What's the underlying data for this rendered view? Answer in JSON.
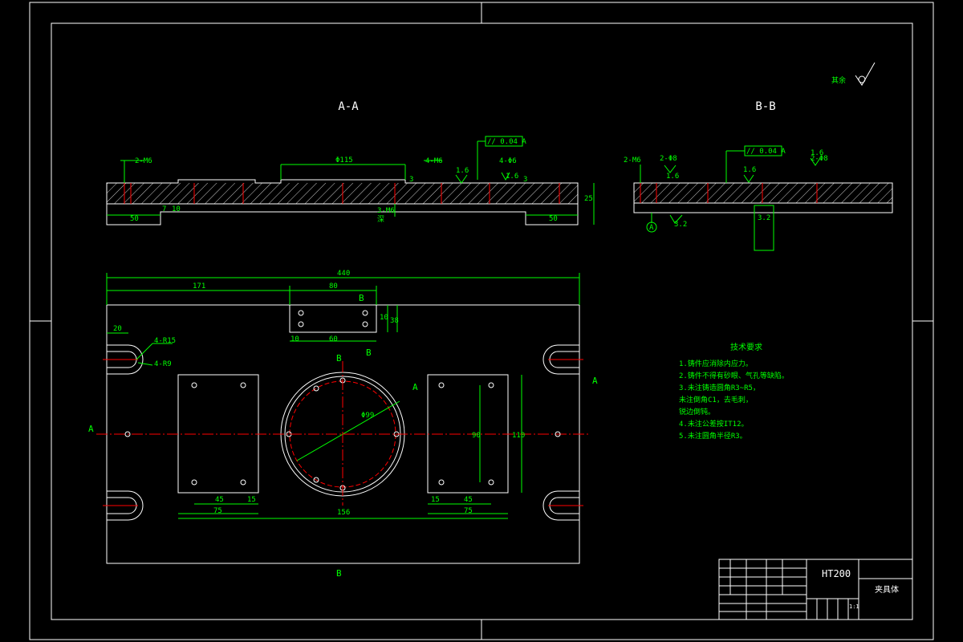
{
  "views": {
    "aa_label": "A-A",
    "bb_label": "B-B",
    "roughness_other": "其余"
  },
  "dims": {
    "overall_length": "440",
    "from_left_171": "171",
    "width_80": "80",
    "edge_20": "20",
    "slot_r15": "4-R15",
    "slot_r9": "4-R9",
    "pad_45_l": "45",
    "pad_15_l": "15",
    "pad_75_l": "75",
    "center_156": "156",
    "pad_15_r": "15",
    "pad_45_r": "45",
    "pad_75_r": "75",
    "hole_90": "90",
    "pad_110": "110",
    "circle_d": "Φ99",
    "small_10": "10",
    "small_60": "60",
    "small_38": "38",
    "small_10b": "10",
    "aa_50_left": "50",
    "aa_50_right": "50",
    "aa_25": "25",
    "aa_phi115": "Φ115",
    "aa_2m6": "2-M6",
    "aa_4m6": "4-M6",
    "aa_3m6": "3-M6",
    "aa_3m6_note": "深",
    "aa_4phi": "4-Φ6",
    "aa_3": "3",
    "aa_3b": "3",
    "aa_7": "7",
    "aa_10": "10",
    "aa_16a": "1.6",
    "aa_16b": "1.6",
    "aa_tol": "//  0.04  A",
    "bb_2m6": "2-M6",
    "bb_2phi": "2-Φ8",
    "bb_2phi_r": "2-Φ8",
    "bb_tol": "//  0.04  A",
    "bb_16a": "1.6",
    "bb_16b": "1.6",
    "bb_16c": "1.6",
    "bb_datum": "A",
    "bb_32a": "3.2",
    "bb_32b": "3.2"
  },
  "section_marks": {
    "a_left": "A",
    "a_right": "A",
    "a_mid": "A",
    "b_top": "B",
    "b_mid_left": "B",
    "b_mid_right": "B",
    "b_bottom": "B"
  },
  "notes": {
    "title": "技术要求",
    "items": [
      "1.铸件应消除内应力。",
      "2.铸件不得有砂眼、气孔等缺陷。",
      "3.未注铸造圆角R3~R5，",
      "   未注倒角C1，去毛刺，",
      "   锐边倒钝。",
      "4.未注公差按IT12。",
      "5.未注圆角半径R3。"
    ]
  },
  "title_block": {
    "material": "HT200",
    "part_name": "夹具体",
    "small_cell": "1:1"
  },
  "colors": {
    "background": "#000000",
    "outline": "#ffffff",
    "dimension": "#00ff00",
    "centerline": "#ff0000"
  }
}
